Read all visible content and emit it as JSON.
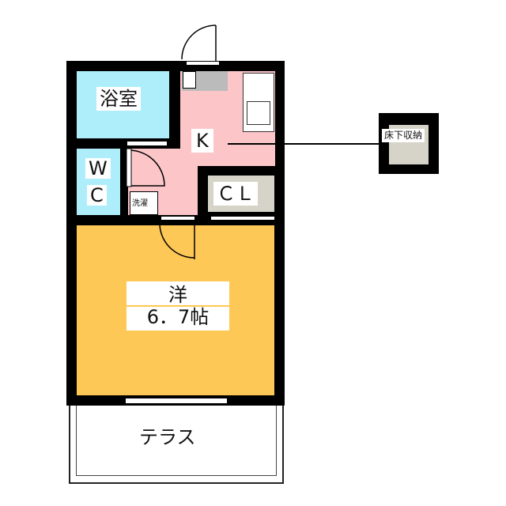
{
  "rooms": {
    "bath": {
      "label": "浴室",
      "color": "#aeeefa"
    },
    "wc": {
      "label_line1": "W",
      "label_line2": "C",
      "color": "#aeeefa"
    },
    "laundry": {
      "label": "洗濯"
    },
    "kitchen": {
      "label": "K",
      "color": "#fcc6c8"
    },
    "closet": {
      "label": "ＣＬ",
      "color": "#d6d3c8"
    },
    "western": {
      "label_line1": "洋",
      "label_line2": "6．7帖",
      "color": "#fdc855"
    },
    "terrace": {
      "label": "テラス"
    },
    "underfloor": {
      "label": "床下収納",
      "color": "#d6d3c8"
    }
  }
}
